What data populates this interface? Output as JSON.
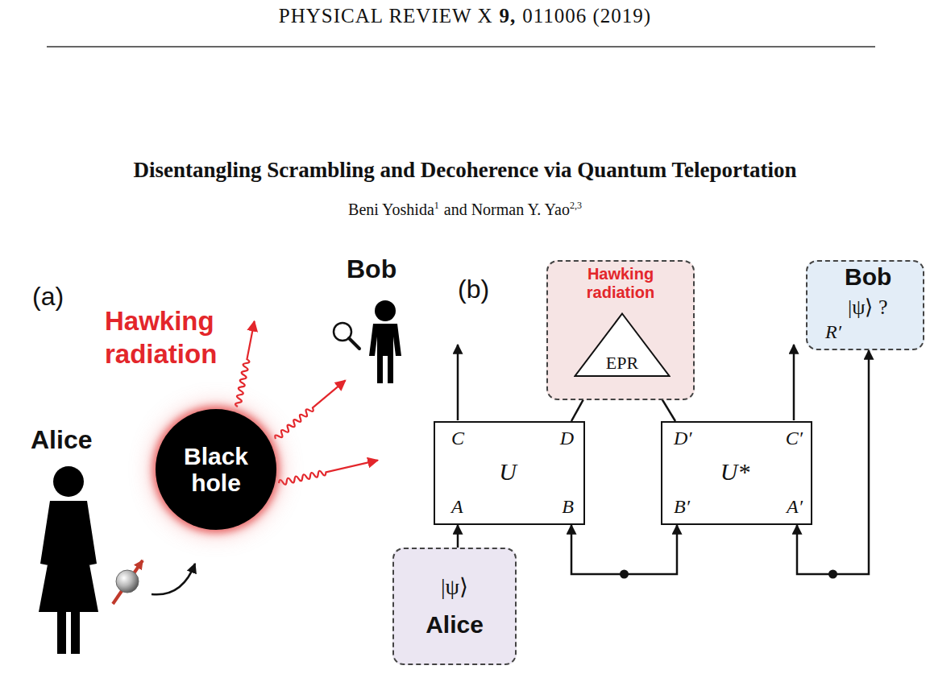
{
  "diagram": {
    "title": "Disentangling Scrambling and Decoherence via Quantum Teleportation",
    "nodes": [
      {
        "text": [
          "Black hole"
        ]
      },
      {
        "text": [
          "Hawking radiation"
        ]
      },
      {
        "text": [
          "EPR"
        ],
        "in": 1
      },
      {
        "text": [
          "Bob",
          "|ψ⟩ ?",
          "R′"
        ]
      },
      {
        "text": [
          "C",
          "D",
          "U",
          "A",
          "B"
        ]
      },
      {
        "text": [
          "D′",
          "C′",
          "U*",
          "B′",
          "A′"
        ]
      },
      {
        "text": [
          "|ψ⟩",
          "Alice"
        ]
      }
    ],
    "edges": [
      {
        "from": 6,
        "to": 4,
        "arrow": "to"
      },
      {
        "from": 4,
        "to": 2,
        "arrow": "to"
      },
      {
        "from": 5,
        "to": 2,
        "arrow": "to"
      },
      {
        "from": 4,
        "to": 5,
        "arrow": "both"
      },
      {
        "from": 5,
        "to": 3,
        "arrow": "both"
      }
    ],
    "labels": [
      "PHYSICAL REVIEW X",
      "9,",
      "011006 (2019)",
      "Beni Yoshida",
      "1",
      "and Norman Y. Yao",
      "2,3",
      "(a)",
      "Hawking radiation",
      "Bob",
      "Alice",
      "(b)"
    ]
  }
}
